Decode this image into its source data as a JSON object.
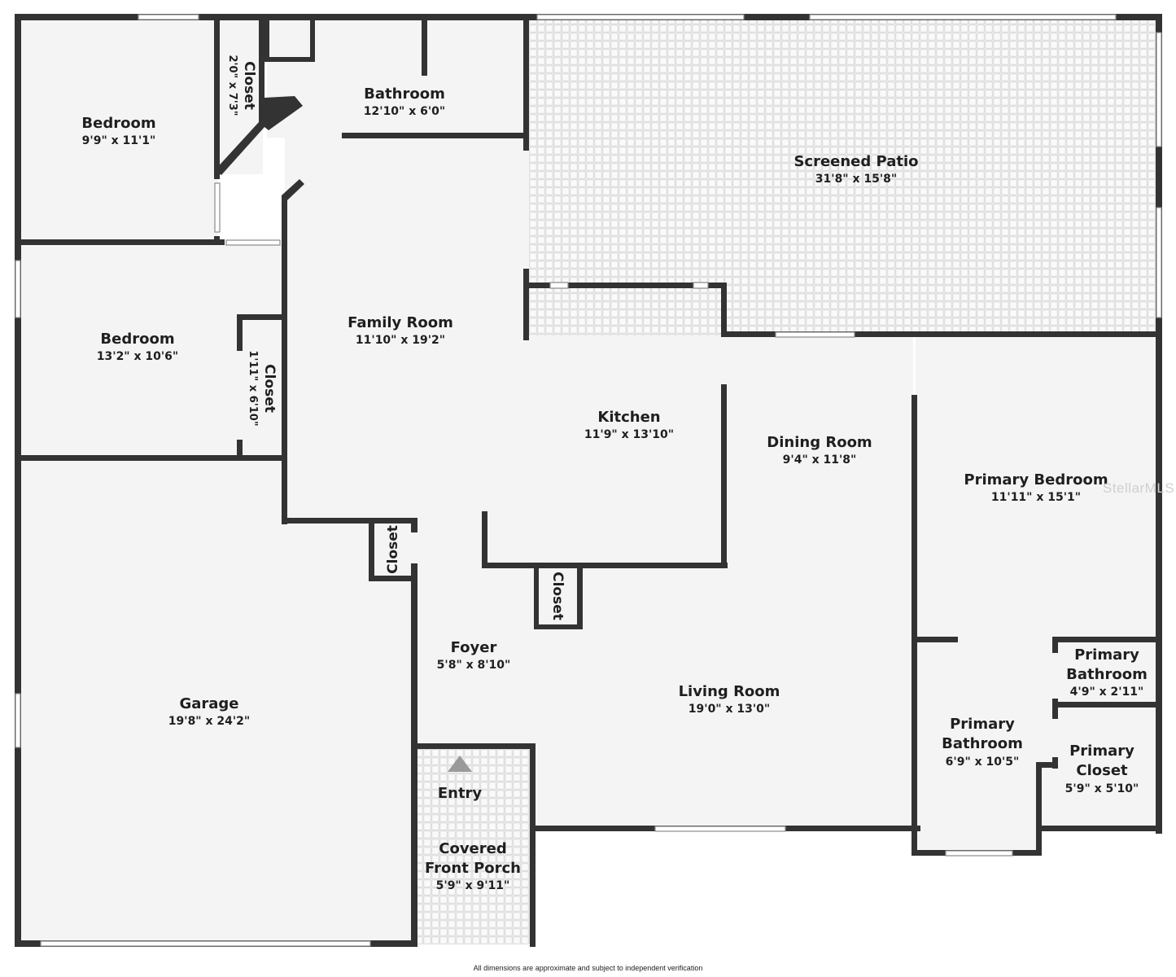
{
  "rooms": {
    "bedroom_1": {
      "name": "Bedroom",
      "dims": "9'9\" x 11'1\""
    },
    "closet_1": {
      "name": "Closet",
      "dims": "2'0\" x 7'3\""
    },
    "bathroom": {
      "name": "Bathroom",
      "dims": "12'10\" x 6'0\""
    },
    "screened_patio": {
      "name": "Screened Patio",
      "dims": "31'8\" x 15'8\""
    },
    "bedroom_2": {
      "name": "Bedroom",
      "dims": "13'2\" x 10'6\""
    },
    "closet_2": {
      "name": "Closet",
      "dims": "1'11\" x 6'10\""
    },
    "family_room": {
      "name": "Family Room",
      "dims": "11'10\" x 19'2\""
    },
    "kitchen": {
      "name": "Kitchen",
      "dims": "11'9\" x 13'10\""
    },
    "dining_room": {
      "name": "Dining Room",
      "dims": "9'4\" x 11'8\""
    },
    "primary_bedroom": {
      "name": "Primary Bedroom",
      "dims": "11'11\" x 15'1\""
    },
    "closet_3": {
      "name": "Closet"
    },
    "closet_4": {
      "name": "Closet"
    },
    "foyer": {
      "name": "Foyer",
      "dims": "5'8\" x 8'10\""
    },
    "garage": {
      "name": "Garage",
      "dims": "19'8\" x 24'2\""
    },
    "living_room": {
      "name": "Living Room",
      "dims": "19'0\" x 13'0\""
    },
    "primary_bathroom_small": {
      "name_line1": "Primary",
      "name_line2": "Bathroom",
      "dims": "4'9\" x 2'11\""
    },
    "primary_bathroom": {
      "name_line1": "Primary",
      "name_line2": "Bathroom",
      "dims": "6'9\" x 10'5\""
    },
    "primary_closet": {
      "name_line1": "Primary",
      "name_line2": "Closet",
      "dims": "5'9\" x 5'10\""
    },
    "entry": {
      "name": "Entry"
    },
    "front_porch": {
      "name_line1": "Covered",
      "name_line2": "Front Porch",
      "dims": "5'9\" x 9'11\""
    }
  },
  "footer": {
    "disclaimer": "All dimensions are approximate and subject to independent verification"
  },
  "watermark": {
    "text": "StellarMLS"
  },
  "colors": {
    "wall": "#333333",
    "floor": "#f4f4f4",
    "tile_line": "#d8d8d8",
    "entry_arrow": "#9a9a9a"
  },
  "icons": {
    "entry_marker": "triangle-up-icon"
  }
}
